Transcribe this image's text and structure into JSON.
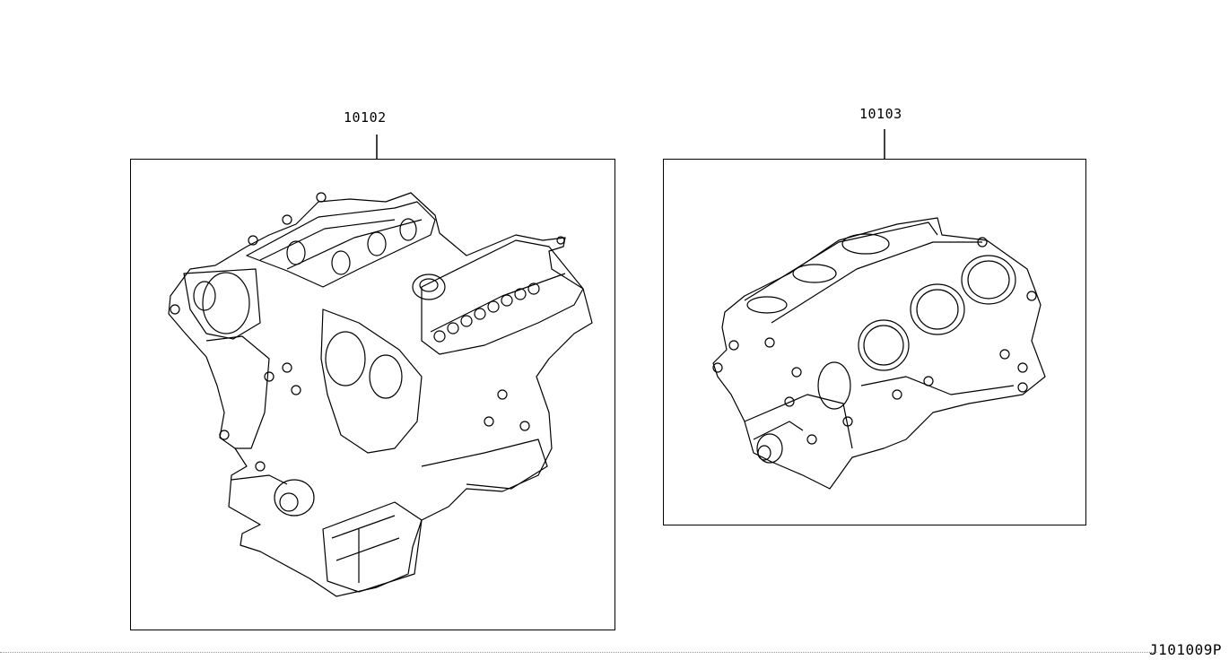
{
  "parts": [
    {
      "number": "10102"
    },
    {
      "number": "10103"
    }
  ],
  "diagram_code": "J101009P"
}
